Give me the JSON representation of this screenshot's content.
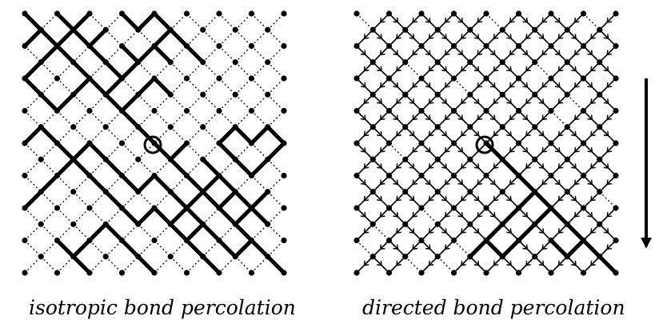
{
  "figure": {
    "left_panel": {
      "caption": "isotropic bond percolation",
      "origin_marker": "circled-site",
      "active_bond_color": "#000000",
      "inactive_bond_color": "#000000"
    },
    "right_panel": {
      "caption": "directed bond percolation",
      "origin_marker": "circled-site",
      "direction_indicator": "down-arrow",
      "active_bond_color": "#000000"
    }
  }
}
